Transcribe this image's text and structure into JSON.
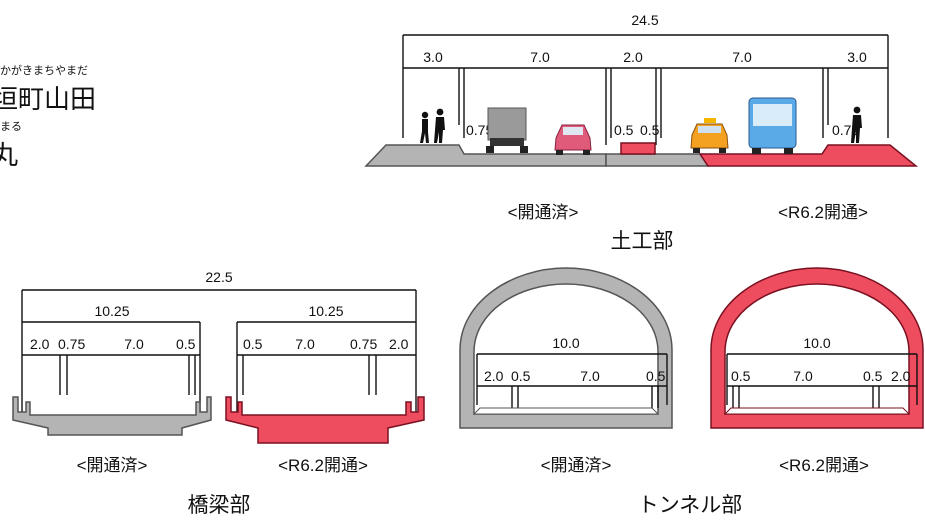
{
  "place": {
    "furigana1": "かがきまちやまだ",
    "name1": "垣町山田",
    "name1_prefix_partial": "",
    "furigana2": "まる",
    "name2": "丸",
    "name2_prefix_partial": ""
  },
  "earthwork": {
    "total_width": "24.5",
    "segments": [
      "3.0",
      "7.0",
      "2.0",
      "7.0",
      "3.0"
    ],
    "inner": [
      "0.75",
      "0.5",
      "0.5",
      "0.75"
    ],
    "status_left": "<開通済>",
    "status_right": "<R6.2開通>",
    "title": "土工部"
  },
  "bridge": {
    "total_width": "22.5",
    "left_half": "10.25",
    "right_half": "10.25",
    "left_parts": [
      "2.0",
      "0.75",
      "7.0",
      "0.5"
    ],
    "right_parts": [
      "0.5",
      "7.0",
      "0.75",
      "2.0"
    ],
    "status_left": "<開通済>",
    "status_right": "<R6.2開通>",
    "title": "橋梁部"
  },
  "tunnel": {
    "left_width": "10.0",
    "right_width": "10.0",
    "left_parts": [
      "2.0",
      "0.5",
      "7.0",
      "0.5"
    ],
    "right_parts": [
      "0.5",
      "7.0",
      "0.5",
      "2.0"
    ],
    "status_left": "<開通済>",
    "status_right": "<R6.2開通>",
    "title": "トンネル部"
  },
  "colors": {
    "opened": "#b4b4b4",
    "new": "#ee4d5f"
  },
  "icons": [
    "pedestrian-icon",
    "truck-icon",
    "car-icon",
    "taxi-icon",
    "bus-icon"
  ]
}
